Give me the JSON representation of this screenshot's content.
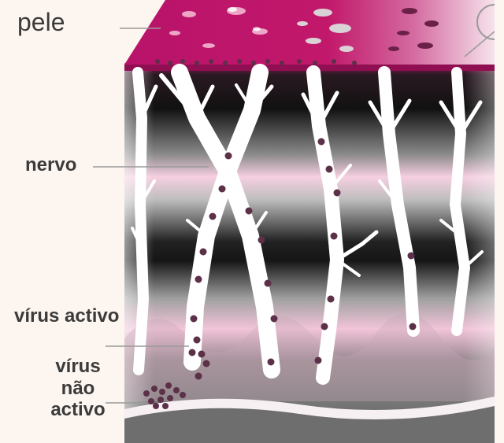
{
  "labels": {
    "skin": "pele",
    "nerve": "nervo",
    "active_virus": "vírus activo",
    "inactive_virus_lines": [
      "vírus",
      "não",
      "activo"
    ]
  },
  "colors": {
    "background": "#fdf5ef",
    "skin_surface": "#c2186b",
    "skin_surface_light": "#f1c6da",
    "tissue_dark": "#1a1a1a",
    "tissue_pink": "#f3c8dc",
    "tissue_grey": "#6a6a6a",
    "nerve": "#ffffff",
    "virus": "#5b3048",
    "leader_line": "#9a9a9a",
    "label_text": "#3b3b3b"
  }
}
